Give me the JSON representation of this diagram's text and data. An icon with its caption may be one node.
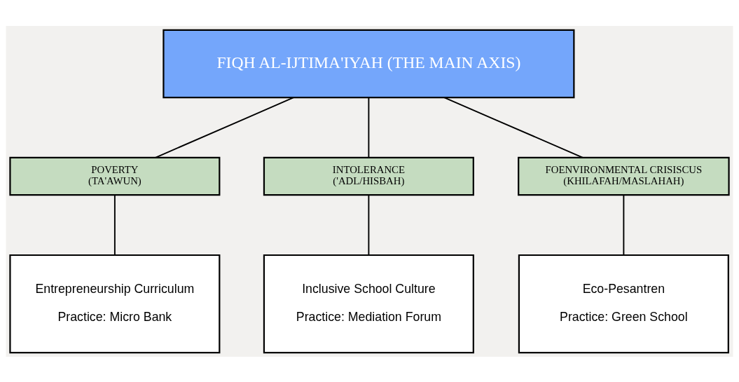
{
  "diagram": {
    "nodes": [
      {
        "text": [
          "FIQH AL-IJTIMA'IYAH (THE MAIN AXIS)"
        ]
      },
      {
        "text": [
          "POVERTY (TA'AWUN)"
        ]
      },
      {
        "text": [
          "INTOLERANCE ('ADL/HISBAH)"
        ]
      },
      {
        "text": [
          "FOENVIRONMENTAL CRISISCUS (KHILAFAH/MASLAHAH)"
        ]
      },
      {
        "text": [
          "Entrepreneurship Curriculum",
          "Practice: Micro Bank"
        ]
      },
      {
        "text": [
          "Inclusive School Culture",
          "Practice: Mediation Forum"
        ]
      },
      {
        "text": [
          "Eco-Pesantren",
          "Practice: Green School"
        ]
      }
    ],
    "edges": [
      {
        "from": 0,
        "to": 1,
        "arrow": "none"
      },
      {
        "from": 0,
        "to": 2,
        "arrow": "none"
      },
      {
        "from": 0,
        "to": 3,
        "arrow": "none"
      },
      {
        "from": 1,
        "to": 4,
        "arrow": "none"
      },
      {
        "from": 2,
        "to": 5,
        "arrow": "none"
      },
      {
        "from": 3,
        "to": 6,
        "arrow": "none"
      }
    ]
  }
}
